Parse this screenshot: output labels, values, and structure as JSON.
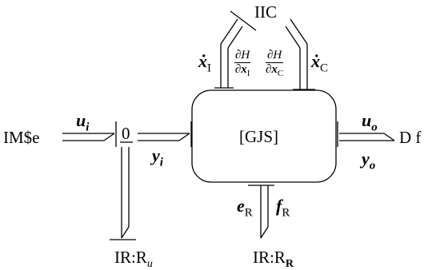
{
  "diagram": {
    "port_left": "IM$e",
    "port_right": "D f",
    "port_top": "IIC",
    "port_bottom_left": "IR:R",
    "port_bottom_left_sub": "u",
    "port_bottom_right": "IR:R",
    "port_bottom_right_sub": "R",
    "junction": "0",
    "center_block": "[GJS]",
    "signals": {
      "u_in": "u",
      "u_in_sub": "i",
      "y_in": "y",
      "y_in_sub": "i",
      "u_out": "u",
      "u_out_sub": "o",
      "y_out": "y",
      "y_out_sub": "o",
      "xdot_I": "ẋ",
      "xdot_I_sub": "I",
      "xdot_C": "ẋ",
      "xdot_C_sub": "C",
      "dH_num": "∂H",
      "dH_I_den": "∂x",
      "dH_I_den_sub": "I",
      "dH_C_den": "∂x",
      "dH_C_den_sub": "C",
      "e_R": "e",
      "e_R_sub": "R",
      "f_R": "f",
      "f_R_sub": "R"
    }
  }
}
